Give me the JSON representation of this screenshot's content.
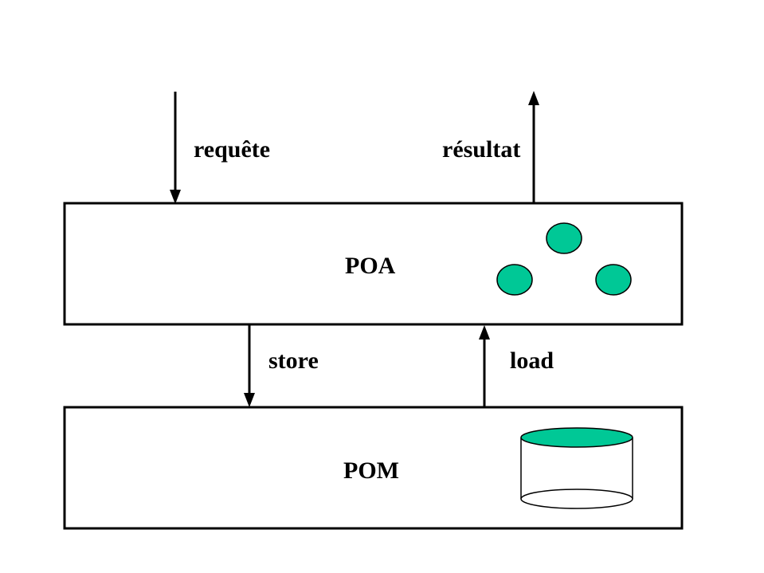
{
  "labels": {
    "request": "requête",
    "result": "résultat",
    "store": "store",
    "load": "load"
  },
  "boxes": {
    "poa": "POA",
    "pom": "POM"
  },
  "colors": {
    "background": "#ffffff",
    "stroke": "#000000",
    "accent": "#00c896"
  },
  "poa_objects": [
    "object",
    "object",
    "object"
  ],
  "pom_storage": "database-cylinder"
}
